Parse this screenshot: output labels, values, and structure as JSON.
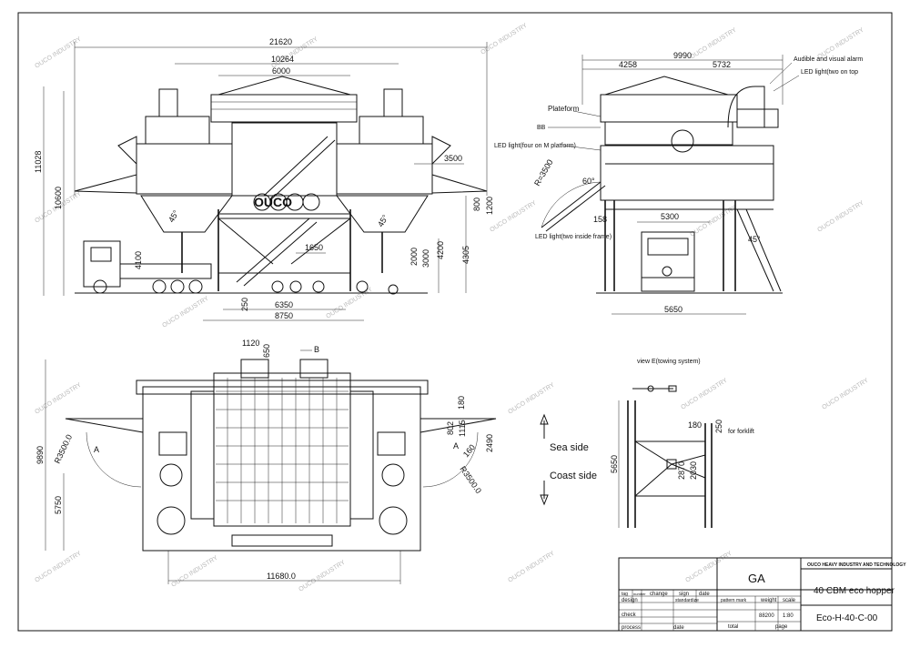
{
  "watermark": "OUCO INDUSTRY",
  "front_view": {
    "dims": {
      "overall_width": "21620",
      "width_2": "10264",
      "width_3": "6000",
      "height_total": "11028",
      "height_2": "10600",
      "side_3500": "3500",
      "d_800": "800",
      "d_1200": "1200",
      "d_4200": "4200",
      "d_4305": "4305",
      "d_1650": "1650",
      "d_2000": "2000",
      "d_3000": "3000",
      "d_4100": "4100",
      "d_250": "250",
      "d_6350": "6350",
      "d_8750": "8750",
      "angle_45": "45°"
    },
    "logo_text": "OUCO"
  },
  "side_view": {
    "dims": {
      "overall_width": "9990",
      "left": "4258",
      "right": "5732",
      "radius": "R=3500",
      "angle": "60°",
      "d_158": "158",
      "d_5300": "5300",
      "d_5650": "5650",
      "angle_45": "45°"
    },
    "labels": {
      "alarm": "Audible and visual alarm",
      "led_top": "LED light(two on top",
      "platform": "Plateform",
      "bb": "BB",
      "led_m": "LED light(four on M platform)",
      "led_inside": "LED light(two inside frame)"
    }
  },
  "plan_view": {
    "dims": {
      "d_1120": "1120",
      "d_650": "650",
      "b_label": "B",
      "a_left": "A",
      "a_right": "A",
      "r_left": "R3500.0",
      "r_right": "R3500.0",
      "d_9890": "9890",
      "d_5750": "5750",
      "d_180": "180",
      "d_802": "802",
      "d_1115": "1115",
      "d_2490": "2490",
      "d_160": "160",
      "d_11680": "11680.0"
    }
  },
  "towing_view": {
    "title": "view E(towing system)",
    "sea_side": "Sea side",
    "coast_side": "Coast side",
    "forklift": "for forklift",
    "d_180": "180",
    "d_250": "250",
    "d_2870": "2870",
    "d_2030": "2030",
    "d_5650": "5650"
  },
  "title_block": {
    "company": "OUCO HEAVY INDUSTRY AND TECHNOLOGY",
    "drawing_type": "GA",
    "product": "40 CBM eco hopper",
    "drawing_no": "Eco-H-40-C-00",
    "h_tag": "tag",
    "h_number": "number",
    "h_change": "change",
    "h_sign": "sign",
    "h_date": "date",
    "r_design": "design",
    "r_standardize": "standardize",
    "r_check": "check",
    "r_process": "process",
    "r_date": "date",
    "pattern_mark": "pattern mark",
    "weight": "weight",
    "scale": "scale",
    "weight_val": "88200",
    "scale_val": "1:80",
    "total": "total",
    "page": "page"
  }
}
